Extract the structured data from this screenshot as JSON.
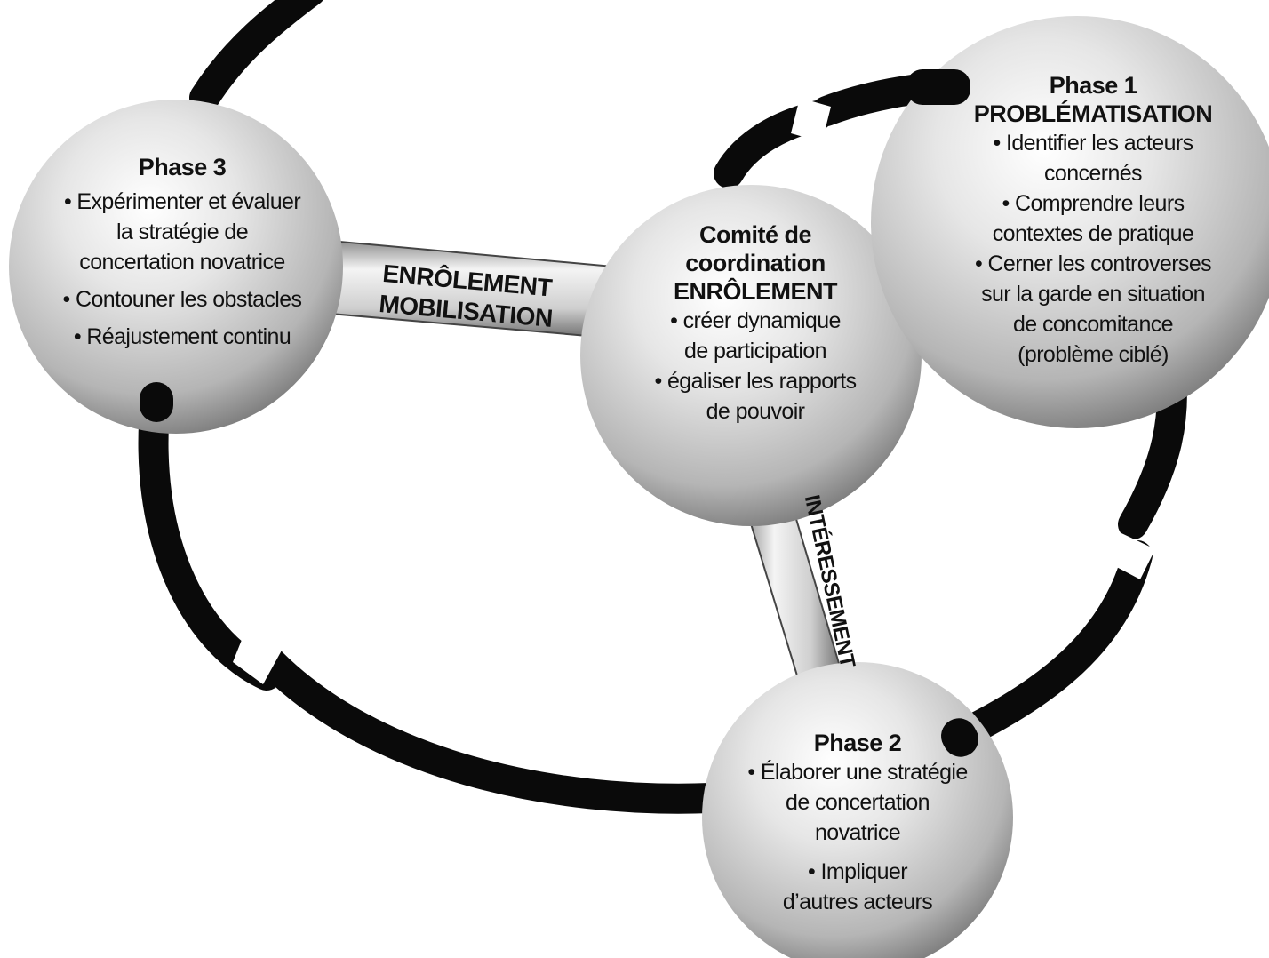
{
  "phase1": {
    "title": "Phase 1",
    "subtitle": "PROBLÉMATISATION",
    "lines": [
      "• Identifier les acteurs",
      "concernés",
      "• Comprendre leurs",
      "contextes de pratique",
      "• Cerner les controverses",
      "sur la garde en situation",
      "de concomitance",
      "(problème ciblé)"
    ]
  },
  "phase2": {
    "title": "Phase 2",
    "lines": [
      "• Élaborer une stratégie",
      "de concertation",
      "novatrice",
      "",
      "• Impliquer",
      "d’autres acteurs"
    ]
  },
  "phase3": {
    "title": "Phase 3",
    "lines": [
      "• Expérimenter et évaluer",
      "la stratégie de",
      "concertation novatrice",
      "• Contouner les obstacles",
      "•  Réajustement continu"
    ]
  },
  "center": {
    "title1": "Comité de",
    "title2": "coordination",
    "title3": "ENRÔLEMENT",
    "lines": [
      "• créer dynamique",
      "de participation",
      "• égaliser les rapports",
      "de pouvoir"
    ]
  },
  "connectors": {
    "left_line1": "ENRÔLEMENT",
    "left_line2": "MOBILISATION",
    "bottom": "INTÉRESSEMENT"
  },
  "colors": {
    "arrow": "#0a0a0a",
    "sphere_light": "#f2f2f2",
    "sphere_dark": "#6e6e6e",
    "background": "#ffffff"
  }
}
